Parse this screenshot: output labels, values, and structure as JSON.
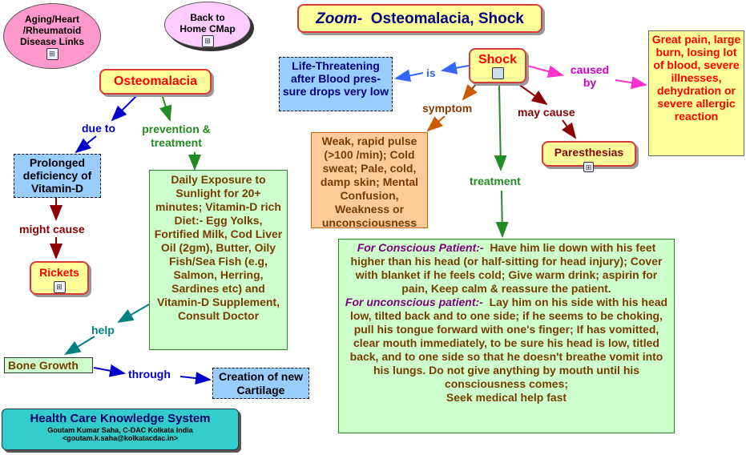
{
  "links": {
    "aging": "Aging/Heart /Rheumatoid Disease Links",
    "home": "Back to Home CMap"
  },
  "title": {
    "zoom": "Zoom-",
    "topic": "Osteomalacia, Shock"
  },
  "osteo": {
    "concept": "Osteomalacia",
    "link_due_to": "due to",
    "cause": "Prolonged deficiency of Vitamin-D",
    "link_might_cause": "might cause",
    "rickets": "Rickets",
    "link_prevention": "prevention & treatment",
    "treatment": "Daily Exposure to Sunlight for 20+ minutes; Vitamin-D rich Diet:- Egg Yolks, Fortified Milk, Cod Liver Oil (2gm), Butter, Oily Fish/Sea Fish (e.g, Salmon, Herring, Sardines etc) and Vitamin-D Supplement, Consult Doctor",
    "link_help": "help",
    "bone_growth": "Bone Growth",
    "link_through": "through",
    "cartilage": "Creation of new Cartilage"
  },
  "shock": {
    "concept": "Shock",
    "link_is": "is",
    "is_text": "Life-Threatening after Blood pres-sure drops very low",
    "link_symptom": "symptom",
    "symptom_text": "Weak, rapid pulse (>100 /min); Cold sweat; Pale, cold, damp skin; Mental Confusion, Weakness or unconsciousness",
    "link_treatment": "treatment",
    "link_may_cause": "may cause",
    "paresthesias": "Paresthesias",
    "link_caused_by": "caused by",
    "caused_by_text": "Great pain, large burn, losing lot of blood, severe illnesses, dehydration or severe allergic reaction",
    "treatment_conscious_label": "For Conscious Patient:-",
    "treatment_conscious": "Have him lie down with his feet higher than his head (or half-sitting for head injury); Cover with blanket if he feels cold; Give warm drink; aspirin  for pain, Keep calm & reassure the patient.",
    "treatment_unconscious_label": "For unconscious patient:-",
    "treatment_unconscious": "Lay him on his side with his  head low, tilted back and to one side; if he seems to be choking, pull his tongue forward with one's finger; If has vomitted, clear mouth immediately, to be sure his head is low, titled back, and to one side so that he doesn't breathe vomit into his lungs. Do not give anything by mouth until his consciousness comes;",
    "treatment_final": "Seek medical help fast"
  },
  "footer": {
    "title": "Health Care Knowledge System",
    "author": "Goutam Kumar Saha, C-DAC Kolkata India",
    "email": "<goutam.k.saha@kolkatacdac.in>"
  },
  "colors": {
    "link_blue": "#0000cc",
    "link_green": "#228b22",
    "link_maroon": "#8b0000",
    "link_teal": "#008080",
    "link_magenta": "#cc00cc",
    "concept_red": "#ff0000",
    "treatment_brown": "#7a3b00",
    "treatment_purple": "#800080"
  },
  "icons": {
    "cmap_link": "cmap-link-icon",
    "image_link": "image-link-icon"
  }
}
